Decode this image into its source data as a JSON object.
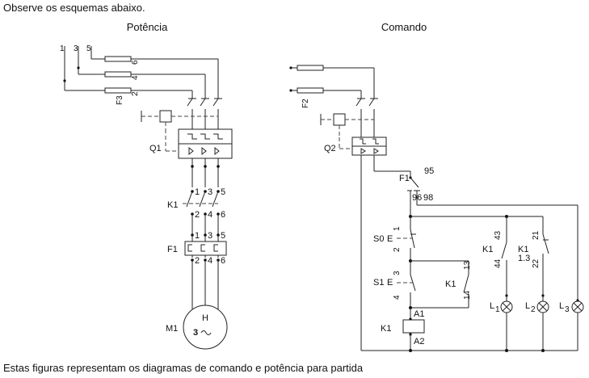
{
  "intro": "Observe os esquemas abaixo.",
  "caption": "Estas figuras representam os diagramas de comando e potência para partida",
  "power": {
    "title": "Potência",
    "terminals": [
      "1",
      "3",
      "5"
    ],
    "fuse_numbers": [
      "6",
      "4",
      "2"
    ],
    "fuse_tag": "F3",
    "breaker_tag": "Q1",
    "contactor_tag": "K1",
    "contactor_top": [
      "1",
      "3",
      "5"
    ],
    "contactor_bottom": [
      "2",
      "4",
      "6"
    ],
    "relay_tag": "F1",
    "relay_top": [
      "1",
      "3",
      "5"
    ],
    "relay_bottom": [
      "2",
      "4",
      "6"
    ],
    "motor_tag": "M1",
    "motor_h": "H",
    "motor_phase": "3"
  },
  "control": {
    "title": "Comando",
    "fuse_tag": "F2",
    "breaker_tag": "Q2",
    "relay_tag": "F1",
    "relay_95": "95",
    "relay_96": "96",
    "relay_98": "98",
    "s0_tag": "S0",
    "s0_e": "E",
    "s0_top": "1",
    "s0_bottom": "2",
    "s1_tag": "S1",
    "s1_e": "E",
    "s1_top": "3",
    "s1_bottom": "4",
    "k1_hold_tag": "K1",
    "k1_hold_top": "13",
    "k1_hold_bottom": "14",
    "coil_tag": "K1",
    "coil_a1": "A1",
    "coil_a2": "A2",
    "k1_no_tag": "K1",
    "k1_no_top": "43",
    "k1_no_bottom": "44",
    "k1_nc_tag": "K1",
    "k1_nc_sub": "1.3",
    "k1_nc_top": "21",
    "k1_nc_bottom": "22",
    "lamps": [
      {
        "letter": "L",
        "sub": "1"
      },
      {
        "letter": "L",
        "sub": "2"
      },
      {
        "letter": "L",
        "sub": "3"
      }
    ]
  }
}
